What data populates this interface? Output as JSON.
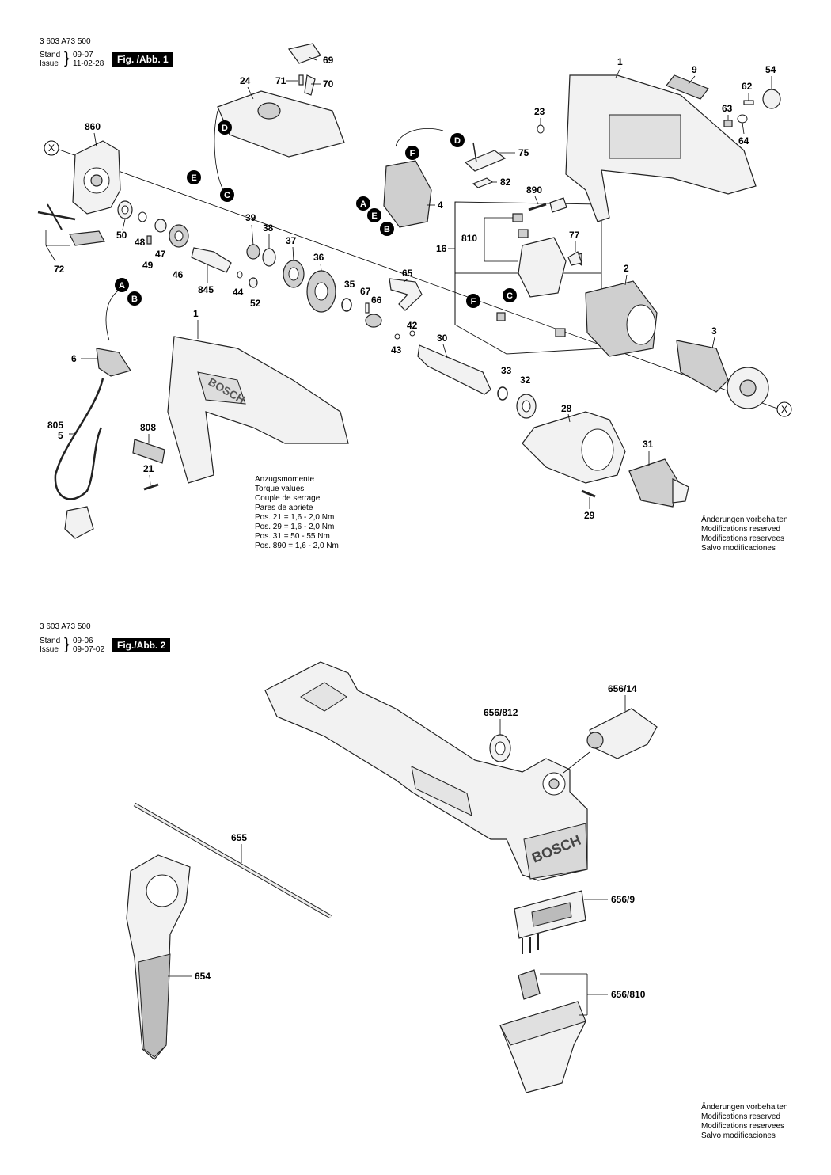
{
  "figure1": {
    "doc_number": "3 603 A73 500",
    "stand_label": "Stand",
    "issue_label": "Issue",
    "stand_old": "09-07",
    "issue_date": "11-02-28",
    "badge": "Fig. /Abb. 1",
    "torque": {
      "lines": [
        "Anzugsmomente",
        "Torque values",
        "Couple de serrage",
        "Pares de apriete"
      ],
      "values": [
        "Pos.   21 = 1,6 - 2,0 Nm",
        "Pos.   29 = 1,6 - 2,0 Nm",
        "Pos.   31 =  50 -  55 Nm",
        "Pos. 890 = 1,6 - 2,0 Nm"
      ]
    },
    "modifications": [
      "Änderungen vorbehalten",
      "Modifications reserved",
      "Modifications reservees",
      "Salvo modificaciones"
    ],
    "part_numbers": {
      "p1a": "1",
      "p1b": "1",
      "p2": "2",
      "p3": "3",
      "p4": "4",
      "p5": "5",
      "p6": "6",
      "p9": "9",
      "p16": "16",
      "p21": "21",
      "p23": "23",
      "p24": "24",
      "p28": "28",
      "p29": "29",
      "p30": "30",
      "p31": "31",
      "p32": "32",
      "p33": "33",
      "p35": "35",
      "p36": "36",
      "p37": "37",
      "p38": "38",
      "p39": "39",
      "p42": "42",
      "p43": "43",
      "p44": "44",
      "p46": "46",
      "p47": "47",
      "p48": "48",
      "p49": "49",
      "p50": "50",
      "p52": "52",
      "p54": "54",
      "p62": "62",
      "p63": "63",
      "p64": "64",
      "p65": "65",
      "p66": "66",
      "p67": "67",
      "p69": "69",
      "p70": "70",
      "p71": "71",
      "p72": "72",
      "p75": "75",
      "p77": "77",
      "p82": "82",
      "p805": "805",
      "p808": "808",
      "p810": "810",
      "p845": "845",
      "p860": "860",
      "p890": "890"
    },
    "connectors": {
      "A": "A",
      "B": "B",
      "C": "C",
      "D": "D",
      "E": "E",
      "F": "F",
      "X": "X"
    }
  },
  "figure2": {
    "doc_number": "3 603 A73 500",
    "stand_label": "Stand",
    "issue_label": "Issue",
    "stand_old": "09-06",
    "issue_date": "09-07-02",
    "badge": "Fig./Abb. 2",
    "modifications": [
      "Änderungen vorbehalten",
      "Modifications reserved",
      "Modifications reservees",
      "Salvo modificaciones"
    ],
    "part_numbers": {
      "p654": "654",
      "p655": "655",
      "p656_9": "656/9",
      "p656_14": "656/14",
      "p656_810": "656/810",
      "p656_812": "656/812"
    }
  },
  "brand_mark": "BOSCH"
}
